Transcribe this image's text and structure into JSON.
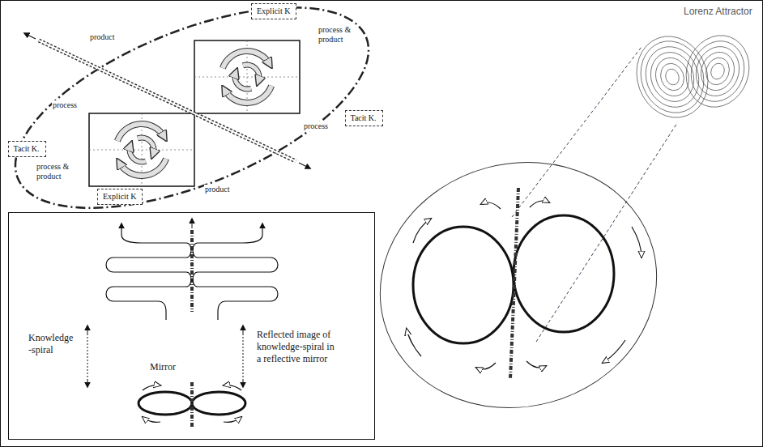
{
  "diagram": {
    "nodes": [
      {
        "text": [
          "Explicit K"
        ]
      },
      {
        "text": [
          "Tacit K."
        ]
      },
      {
        "text": [
          "Tacit K."
        ]
      },
      {
        "text": [
          "Explicit K"
        ]
      }
    ],
    "labels": [
      "product",
      "process & product",
      "process",
      "process",
      "process & product",
      "product",
      "Knowledge -spiral",
      "Reflected image of knowledge-spiral in a reflective mirror",
      "Mirror",
      "Lorenz Attractor"
    ]
  }
}
